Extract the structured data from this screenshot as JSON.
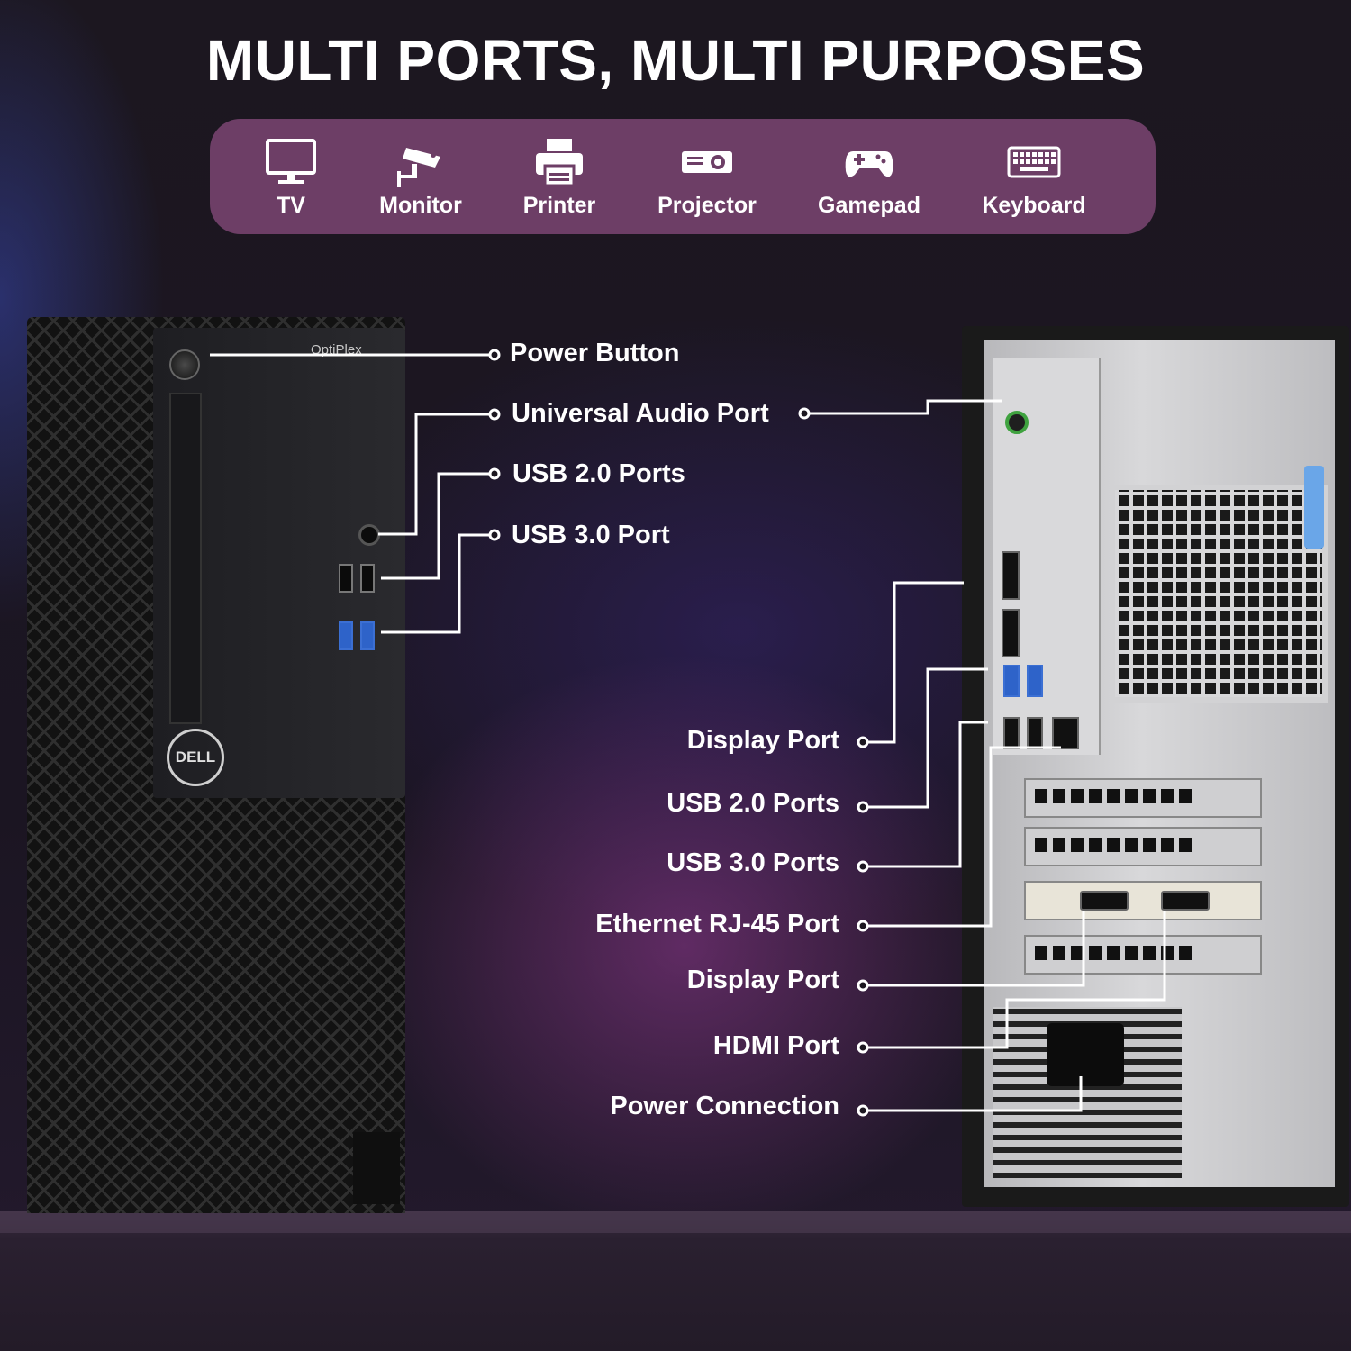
{
  "title": "MULTI PORTS, MULTI PURPOSES",
  "devices": [
    {
      "icon": "tv-icon",
      "label": "TV"
    },
    {
      "icon": "security-camera-icon",
      "label": "Monitor"
    },
    {
      "icon": "printer-icon",
      "label": "Printer"
    },
    {
      "icon": "projector-icon",
      "label": "Projector"
    },
    {
      "icon": "gamepad-icon",
      "label": "Gamepad"
    },
    {
      "icon": "keyboard-icon",
      "label": "Keyboard"
    }
  ],
  "front_tower": {
    "model_text": "OptiPlex",
    "brand_logo": "DELL",
    "callouts": [
      "Power Button",
      "Universal Audio Port",
      "USB 2.0 Ports",
      "USB 3.0 Port"
    ]
  },
  "rear_tower": {
    "callouts": [
      "Display Port",
      "USB 2.0 Ports",
      "USB 3.0 Ports",
      "Ethernet RJ-45 Port",
      "Display Port",
      "HDMI Port",
      "Power Connection"
    ]
  },
  "colors": {
    "device_bar": "#6d3e66",
    "usb3_blue": "#2e63c9",
    "audio_green": "#3fa23f",
    "text": "#ffffff"
  }
}
